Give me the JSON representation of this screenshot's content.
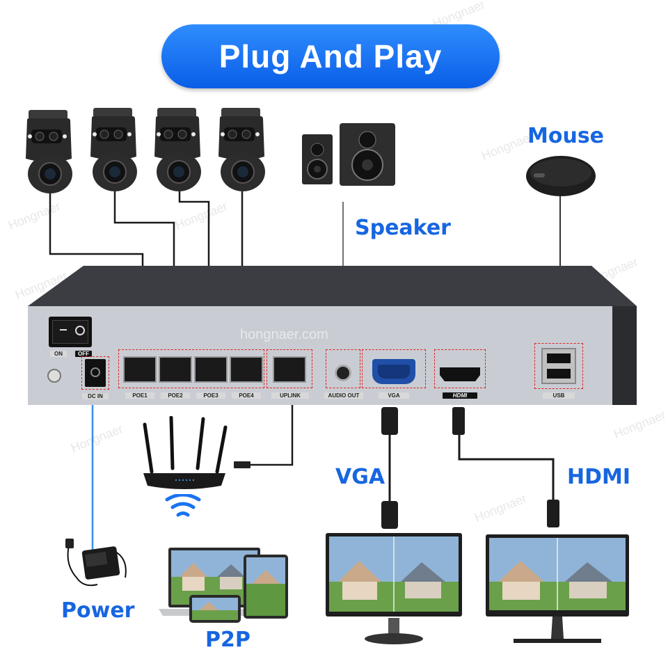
{
  "title": "Plug And Play",
  "watermark_brand": "Hongnaer",
  "watermark_url": "hongnaer.com",
  "labels": {
    "mouse": "Mouse",
    "speaker": "Speaker",
    "vga": "VGA",
    "hdmi": "HDMI",
    "power": "Power",
    "p2p": "P2P"
  },
  "nvr_ports": {
    "on": "ON",
    "off": "OFF",
    "dc_in": "DC IN",
    "poe": [
      "POE1",
      "POE2",
      "POE3",
      "POE4"
    ],
    "uplink": "UPLINK",
    "audio_out": "AUDIO OUT",
    "vga": "VGA",
    "hdmi_badge": "HDMI",
    "usb": "USB"
  },
  "colors": {
    "accent_blue": "#1766e0",
    "banner_blue": "#1a73f0",
    "highlight_red": "#e02020",
    "nvr_panel": "#c9cdd3",
    "nvr_dark": "#2d2f33"
  },
  "icons": [
    "camera-icon",
    "speaker-icon",
    "mouse-icon",
    "router-icon",
    "wifi-icon",
    "power-adapter-icon",
    "laptop-icon",
    "monitor-icon"
  ]
}
